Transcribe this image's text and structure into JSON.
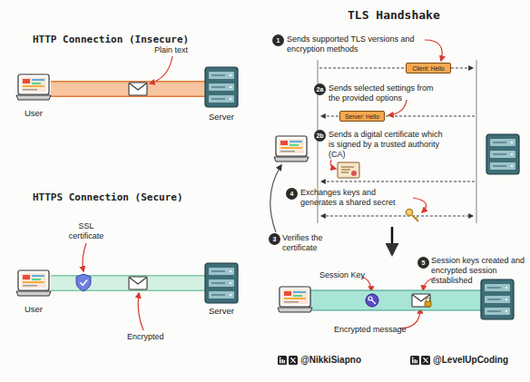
{
  "diagram": {
    "nodes": [
      {
        "text": [
          "User"
        ]
      },
      {
        "text": [
          "Server"
        ]
      },
      {
        "text": [
          "User"
        ]
      },
      {
        "text": [
          "Server"
        ]
      },
      {
        "text": [
          "1"
        ]
      },
      {
        "text": [
          "Client: Hello"
        ]
      },
      {
        "text": [
          "2a"
        ]
      },
      {
        "text": [
          "Server: Hello"
        ]
      },
      {
        "text": [
          "2b"
        ]
      },
      {
        "text": [
          "4"
        ]
      },
      {
        "text": [
          "3"
        ]
      },
      {
        "text": [
          "5"
        ]
      }
    ],
    "edges": [
      {
        "from": 0,
        "to": 1,
        "arrow": "none"
      },
      {
        "from": 2,
        "to": 3,
        "arrow": "none"
      }
    ],
    "labels": [
      "HTTP Connection (Insecure)",
      "Plain text",
      "HTTPS Connection (Secure)",
      "SSL certificate",
      "Encrypted",
      "TLS Handshake",
      "Sends supported TLS versions and encryption methods",
      "Sends selected settings from the provided options",
      "Sends a digital certificate which is signed by a trusted authority (CA)",
      "Exchanges keys and generates a shared secret",
      "Verifies the certificate",
      "Session keys created and encrypted session established",
      "Session Key",
      "Encrypted message",
      "@NikkiSiapno",
      "@LevelUpCoding"
    ]
  }
}
